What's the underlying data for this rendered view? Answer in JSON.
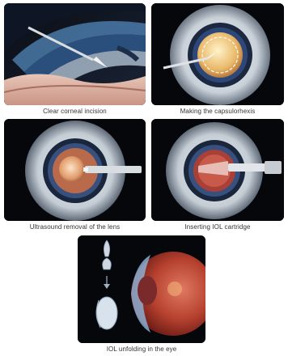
{
  "steps": [
    {
      "caption": "Clear corneal incision"
    },
    {
      "caption": "Making the capsulorhexis"
    },
    {
      "caption": "Ultrasound removal of the lens"
    },
    {
      "caption": "Inserting IOL cartridge"
    },
    {
      "caption": "IOL unfolding in the eye"
    }
  ]
}
